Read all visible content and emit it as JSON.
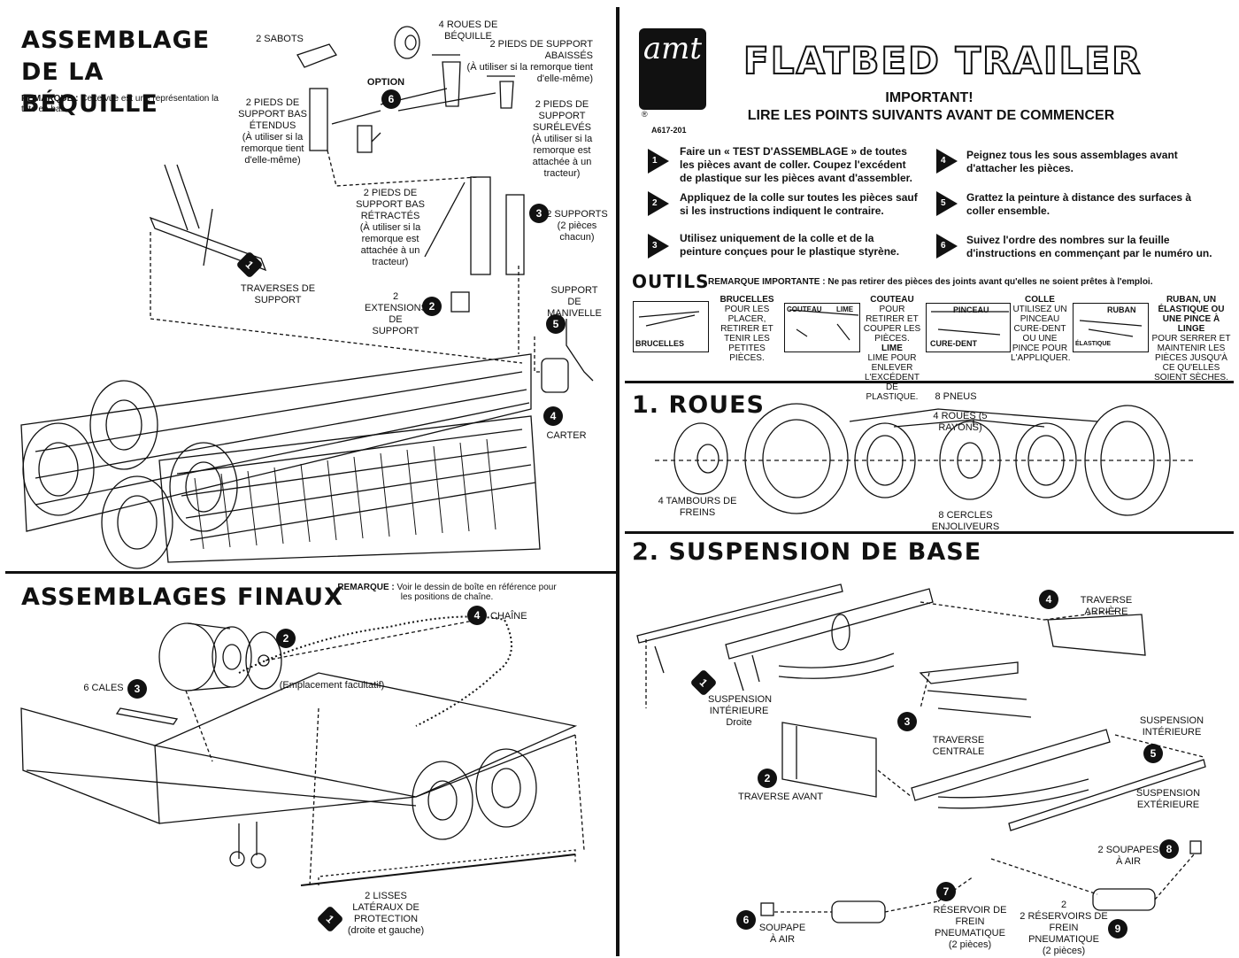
{
  "sec1": {
    "title": "ASSEMBLAGE DE LA BÉQUILLE",
    "remark_label": "REMARQUE :",
    "remark_text": "Cette vue est une représentation la tête en bas.",
    "labels": {
      "sabots": "2 SABOTS",
      "roues_bequille": "4 ROUES DE BÉQUILLE",
      "pieds_abaisses": "2 PIEDS DE SUPPORT ABAISSÉS",
      "pieds_abaisses_note": "(À utiliser si la remorque tient d'elle-même)",
      "option": "OPTION",
      "pieds_etendus": "2 PIEDS DE SUPPORT BAS ÉTENDUS",
      "pieds_etendus_note": "(À utiliser si la remorque tient d'elle-même)",
      "pieds_sureleves": "2 PIEDS DE SUPPORT SURÉLEVÉS",
      "pieds_sureleves_note": "(À utiliser si la remorque est attachée à un tracteur)",
      "pieds_retractes": "2 PIEDS DE SUPPORT BAS RÉTRACTÉS",
      "pieds_retractes_note": "(À utiliser si la remorque est attachée à un tracteur)",
      "supports": "2 SUPPORTS",
      "supports_note": "(2 pièces chacun)",
      "traverses": "TRAVERSES DE SUPPORT",
      "extensions": "2 EXTENSIONS DE SUPPORT",
      "manivelle": "SUPPORT DE MANIVELLE",
      "carter": "CARTER"
    },
    "badges": {
      "b1": "1",
      "b2": "2",
      "b3": "3",
      "b4": "4",
      "b5": "5",
      "b6": "6"
    }
  },
  "sec2": {
    "title": "ASSEMBLAGES FINAUX",
    "remark_label": "REMARQUE :",
    "remark_text": "Voir le dessin de boîte en référence pour les positions de chaîne.",
    "labels": {
      "chaine": "CHAÎNE",
      "cales": "6 CALES",
      "emplacement": "(Emplacement facultatif)",
      "lisses": "2 LISSES LATÉRAUX DE PROTECTION",
      "lisses_note": "(droite et gauche)"
    },
    "badges": {
      "b1": "1",
      "b2": "2",
      "b3": "3",
      "b4": "4"
    }
  },
  "header": {
    "logo": "amt",
    "logo_reg": "®",
    "code": "A617-201",
    "title": "FLATBED TRAILER",
    "important": "IMPORTANT!",
    "subtitle": "LIRE LES POINTS SUIVANTS AVANT DE COMMENCER"
  },
  "steps": [
    {
      "n": "1",
      "text": "Faire un « TEST D'ASSEMBLAGE » de toutes les pièces avant de coller. Coupez l'excédent de plastique sur les pièces avant d'assembler."
    },
    {
      "n": "2",
      "text": "Appliquez de la colle sur toutes les pièces sauf si les instructions indiquent le contraire."
    },
    {
      "n": "3",
      "text": "Utilisez uniquement de la colle et de la peinture conçues pour le plastique styrène."
    },
    {
      "n": "4",
      "text": "Peignez tous les sous assemblages avant d'attacher les pièces."
    },
    {
      "n": "5",
      "text": "Grattez la peinture à distance des surfaces à coller ensemble."
    },
    {
      "n": "6",
      "text": "Suivez l'ordre des nombres sur la feuille d'instructions en commençant par le numéro un."
    }
  ],
  "tools": {
    "title": "OUTILS",
    "note": "REMARQUE IMPORTANTE : Ne pas retirer des pièces des joints avant qu'elles ne soient prêtes à l'emploi.",
    "brucelles_img": "BRUCELLES",
    "brucelles_title": "BRUCELLES",
    "brucelles_text": "POUR LES PLACER, RETIRER ET TENIR LES PETITES PIÈCES.",
    "couteau_img": "COUTEAU",
    "lime_img": "LIME",
    "couteau_title": "COUTEAU",
    "couteau_text": "POUR RETIRER ET COUPER LES PIÈCES.",
    "lime_title": "LIME",
    "lime_text": "LIME POUR ENLEVER L'EXCÉDENT DE PLASTIQUE.",
    "pinceau_img": "PINCEAU",
    "curedent_img": "CURE-DENT",
    "colle_title": "COLLE",
    "colle_text": "UTILISEZ UN PINCEAU CURE-DENT OU UNE PINCE POUR L'APPLIQUER.",
    "ruban_img": "RUBAN",
    "elastique_img": "ÉLASTIQUE",
    "ruban_title": "RUBAN, UN ÉLASTIQUE OU UNE PINCE À LINGE",
    "ruban_text": "POUR SERRER ET MAINTENIR LES PIÈCES JUSQU'À CE QU'ELLES SOIENT SÈCHES."
  },
  "sec3": {
    "title": "1. ROUES",
    "labels": {
      "pneus": "8 PNEUS",
      "roues": "4 ROUES (5 RAYONS)",
      "tambours": "4 TAMBOURS DE FREINS",
      "cercles": "8 CERCLES ENJOLIVEURS"
    }
  },
  "sec4": {
    "title": "2. SUSPENSION DE BASE",
    "labels": {
      "traverse_arriere": "TRAVERSE ARRIÈRE",
      "susp_int_droite": "SUSPENSION INTÉRIEURE",
      "droite": "Droite",
      "traverse_centrale": "TRAVERSE CENTRALE",
      "susp_int": "SUSPENSION INTÉRIEURE",
      "traverse_avant": "TRAVERSE AVANT",
      "susp_ext": "SUSPENSION EXTÉRIEURE",
      "soupapes": "2 SOUPAPES À AIR",
      "reservoir": "RÉSERVOIR DE FREIN PNEUMATIQUE",
      "reservoir_note": "(2 pièces)",
      "reservoirs": "2 RÉSERVOIRS DE FREIN PNEUMATIQUE",
      "reservoirs_note": "(2 pièces)",
      "soupape": "SOUPAPE À AIR"
    },
    "badges": {
      "b1": "1",
      "b2": "2",
      "b3": "3",
      "b4": "4",
      "b5": "5",
      "b6": "6",
      "b7": "7",
      "b8": "8",
      "b9": "9"
    }
  }
}
